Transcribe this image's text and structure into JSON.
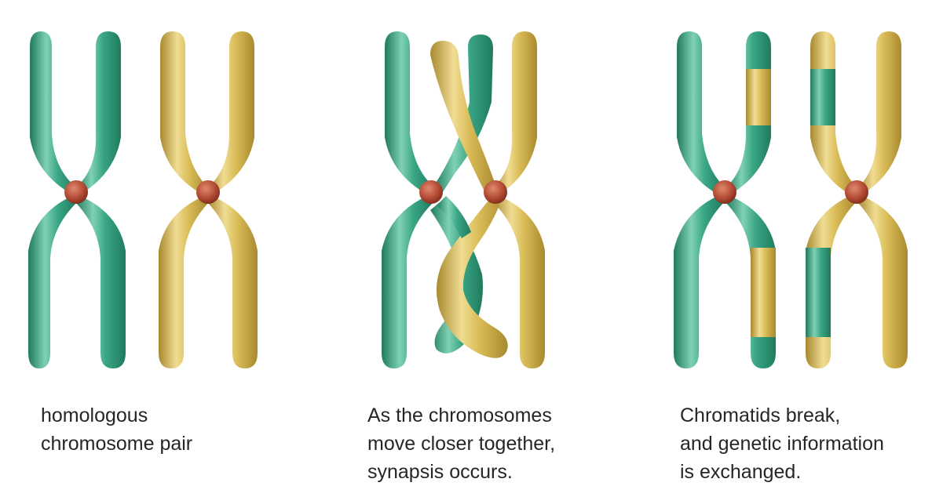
{
  "colors": {
    "green": "#3aa685",
    "green_light": "#7fd1b3",
    "green_dark": "#1f7a5e",
    "yellow": "#d9bc57",
    "yellow_light": "#f0dc93",
    "yellow_dark": "#a8892f",
    "centromere": "#b34a34",
    "text": "#262626"
  },
  "panels": [
    {
      "id": "homologous-pair",
      "caption": [
        "homologous",
        "chromosome pair"
      ]
    },
    {
      "id": "synapsis",
      "caption": [
        "As the chromosomes",
        "move closer together,",
        "synapsis occurs."
      ]
    },
    {
      "id": "crossing-over",
      "caption": [
        "Chromatids break,",
        "and genetic information",
        "is exchanged."
      ]
    }
  ]
}
